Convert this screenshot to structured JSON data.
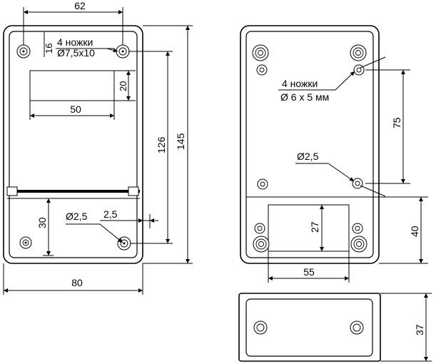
{
  "front_view": {
    "dim_width_top": "62",
    "dim_16": "16",
    "dim_20": "20",
    "dim_50": "50",
    "dim_126": "126",
    "dim_145": "145",
    "dim_30": "30",
    "dim_25": "2,5",
    "hole_diameter": "Ø2,5",
    "feet_count": "4 ножки",
    "feet_size": "Ø7,5x10",
    "dim_width_bottom": "80"
  },
  "back_view": {
    "feet_count": "4 ножки",
    "feet_size": "Ø 6 x 5 мм",
    "hole_diameter": "Ø2,5",
    "dim_75": "75",
    "dim_27": "27",
    "dim_40": "40",
    "dim_55": "55"
  },
  "side_view": {
    "dim_37": "37"
  }
}
